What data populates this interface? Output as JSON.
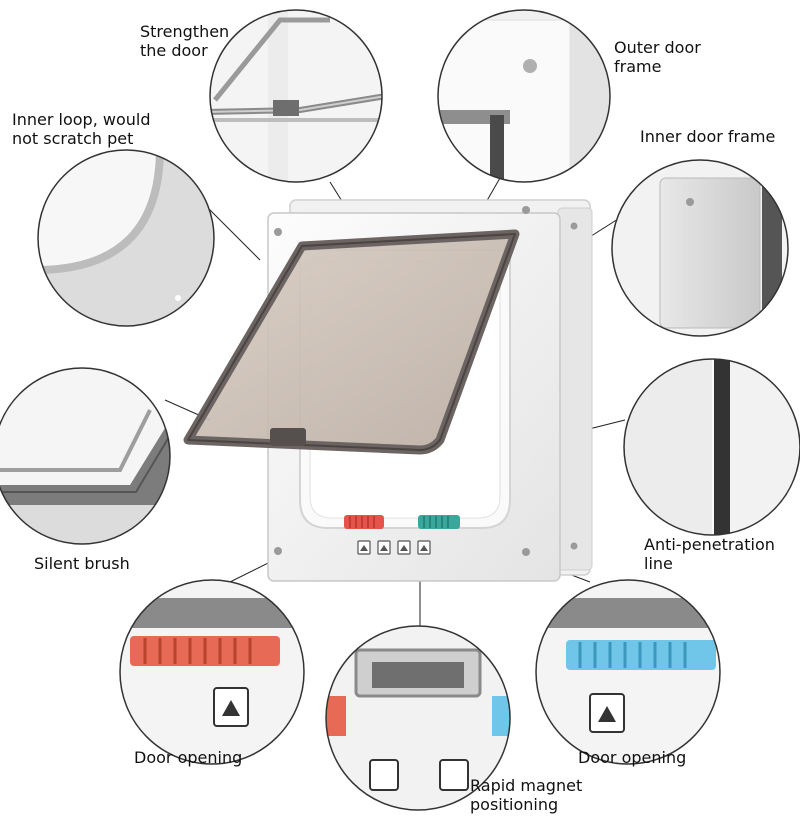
{
  "labels": {
    "strengthen": "Strengthen\nthe door",
    "inner_loop": "Inner loop, would\nnot scratch pet",
    "outer_frame": "Outer door\nframe",
    "inner_frame": "Inner door frame",
    "silent_brush": "Silent brush",
    "anti_penetration": "Anti-penetration\nline",
    "door_opening_left": "Door opening",
    "door_opening_right": "Door opening",
    "rapid_magnet": "Rapid magnet\npositioning"
  },
  "colors": {
    "lock_red": "#e4544a",
    "lock_teal": "#3aa79c",
    "lock_blue": "#6fc6e8",
    "flap_tint": "#cdbfb3",
    "flap_rim": "#6b6462",
    "frame": "#f6f6f6"
  },
  "icons": [
    "lock-mode-icon-1",
    "lock-mode-icon-2",
    "lock-mode-icon-3",
    "lock-mode-icon-4"
  ]
}
